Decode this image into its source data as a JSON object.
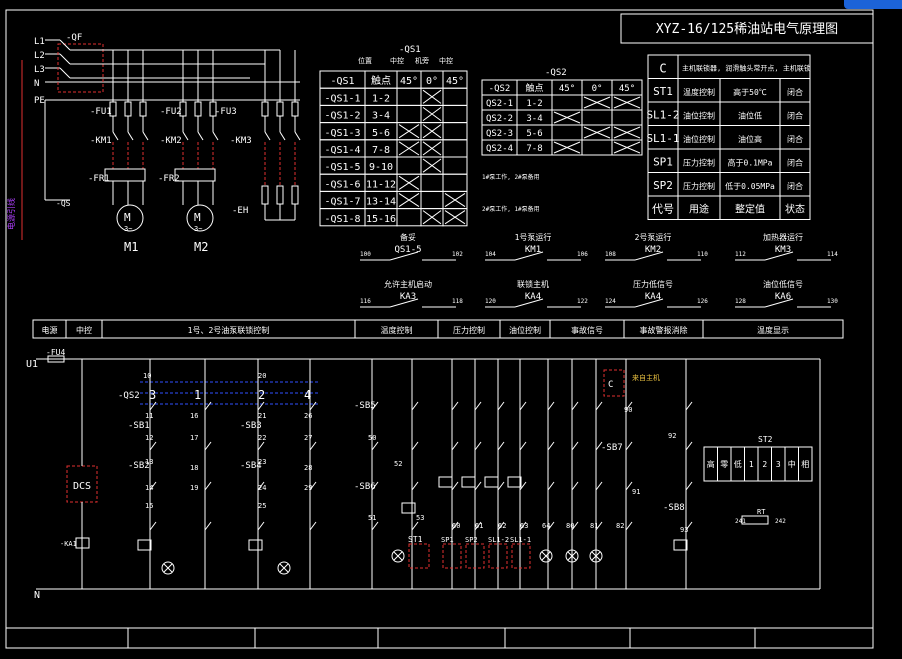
{
  "title": "XYZ-16/125稀油站电气原理图",
  "colors": {
    "background": "#000000",
    "line": "#ffffff",
    "red": "#e03030",
    "blue": "#3050ff",
    "badge": "#1c63d8"
  },
  "power": {
    "breaker": "-QF",
    "phases": [
      "L1",
      "L2",
      "L3",
      "N",
      "PE"
    ],
    "fu_labels": [
      "-FU1",
      "-FU2",
      "-FU3"
    ],
    "km_labels": [
      "-KM1",
      "-KM2",
      "-KM3"
    ],
    "fr_labels": [
      "-FR1",
      "-FR2"
    ],
    "eh": "-EH",
    "m1": "M1",
    "m2": "M2",
    "motor_m": "M",
    "motor_sub": "3~",
    "side_label": "电源引线",
    "qs": "-QS"
  },
  "qs1": {
    "title": "-QS1",
    "sub": [
      "位置",
      "中控",
      "机旁",
      "中控"
    ],
    "header": [
      "-QS1",
      "触点",
      "45°",
      "0°",
      "45°"
    ],
    "rows": [
      [
        "-QS1-1",
        "1-2"
      ],
      [
        "-QS1-2",
        "3-4"
      ],
      [
        "-QS1-3",
        "5-6"
      ],
      [
        "-QS1-4",
        "7-8"
      ],
      [
        "-QS1-5",
        "9-10"
      ],
      [
        "-QS1-6",
        "11-12"
      ],
      [
        "-QS1-7",
        "13-14"
      ],
      [
        "-QS1-8",
        "15-16"
      ]
    ],
    "notes": [
      "1#泵工作, 2#泵备用",
      "2#泵工作, 1#泵备用"
    ]
  },
  "qs2": {
    "title": "-QS2",
    "header": [
      "-QS2",
      "触点",
      "45°",
      "0°",
      "45°"
    ],
    "rows": [
      [
        "QS2-1",
        "1-2"
      ],
      [
        "QS2-2",
        "3-4"
      ],
      [
        "QS2-3",
        "5-6"
      ],
      [
        "QS2-4",
        "7-8"
      ]
    ]
  },
  "spec": {
    "rows": [
      [
        "C",
        "主机联锁器, 润滑触头常开点, 主机联锁",
        ""
      ],
      [
        "ST1",
        "温度控制",
        "高于50℃",
        "闭合"
      ],
      [
        "SL1-2",
        "油位控制",
        "油位低",
        "闭合"
      ],
      [
        "SL1-1",
        "油位控制",
        "油位高",
        "闭合"
      ],
      [
        "SP1",
        "压力控制",
        "高于0.1MPa",
        "闭合"
      ],
      [
        "SP2",
        "压力控制",
        "低于0.05MPa",
        "闭合"
      ]
    ],
    "footer": [
      "代号",
      "用途",
      "整定值",
      "状态"
    ]
  },
  "terminals": [
    {
      "label": "备妥",
      "dev": "QS1-5",
      "a": "100",
      "b": "102"
    },
    {
      "label": "1号泵运行",
      "dev": "KM1",
      "a": "104",
      "b": "106"
    },
    {
      "label": "2号泵运行",
      "dev": "KM2",
      "a": "108",
      "b": "110"
    },
    {
      "label": "加热器运行",
      "dev": "KM3",
      "a": "112",
      "b": "114"
    },
    {
      "label": "允许主机启动",
      "dev": "KA3",
      "a": "116",
      "b": "118"
    },
    {
      "label": "联锁主机",
      "dev": "KA4",
      "a": "120",
      "b": "122"
    },
    {
      "label": "压力低信号",
      "dev": "KA4",
      "a": "124",
      "b": "126"
    },
    {
      "label": "油位低信号",
      "dev": "KA6",
      "a": "128",
      "b": "130"
    }
  ],
  "section_headers": [
    "电源",
    "中控",
    "1号、2号油泵联锁控制",
    "温度控制",
    "压力控制",
    "油位控制",
    "事故信号",
    "事故警报消除",
    "温度显示"
  ],
  "control": {
    "u1": "U1",
    "n": "N",
    "fu4": "-FU4",
    "dcs": "DCS",
    "qs2": "-QS2",
    "qs2_nums": [
      "3",
      "1",
      "2",
      "4"
    ],
    "sb": [
      "-SB1",
      "-SB2",
      "-SB3",
      "-SB4",
      "-SB5",
      "-SB6",
      "-SB7",
      "-SB8"
    ],
    "ka": "-KA1",
    "st1": "ST1",
    "sp1": "SP1",
    "sp2": "SP2",
    "sl12": "SL1-2",
    "sl11": "SL1-1",
    "c_label": "C",
    "c_note": "来自主机",
    "st2": "ST2",
    "st2_cells": [
      "高",
      "零",
      "低",
      "1",
      "2",
      "3",
      "中",
      "相"
    ],
    "rt": "RT",
    "rt_a": "241",
    "rt_b": "242",
    "wire_nums": [
      "10",
      "11",
      "12",
      "13",
      "14",
      "15",
      "16",
      "17",
      "18",
      "19",
      "20",
      "21",
      "22",
      "23",
      "24",
      "25",
      "26",
      "27",
      "28",
      "29",
      "50",
      "51",
      "52",
      "53",
      "60",
      "61",
      "62",
      "63",
      "64",
      "80",
      "81",
      "82",
      "90",
      "91",
      "92",
      "93"
    ]
  }
}
